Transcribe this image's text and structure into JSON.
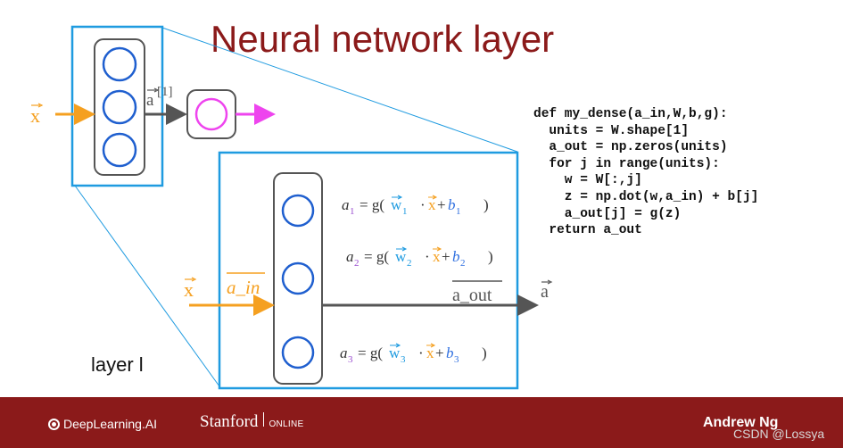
{
  "title": "Neural network layer",
  "small_network": {
    "input_label": "x",
    "hidden_output_label": "a",
    "hidden_output_superscript": "[1]"
  },
  "expanded_layer": {
    "input_label": "x",
    "input_name": "a_in",
    "output_name": "a_out",
    "output_label": "a",
    "layer_label": "layer l",
    "equations": [
      {
        "a": "a",
        "sub": "1",
        "w_sub": "1",
        "b_sub": "1"
      },
      {
        "a": "a",
        "sub": "2",
        "w_sub": "2",
        "b_sub": "2"
      },
      {
        "a": "a",
        "sub": "3",
        "w_sub": "3",
        "b_sub": "3"
      }
    ],
    "eq_parts": {
      "equals_g": "= g(",
      "w": "w",
      "dot": "·",
      "x": "x",
      "plus": "+",
      "b": "b",
      "close": ")"
    }
  },
  "code_lines": [
    "def my_dense(a_in,W,b,g):",
    "  units = W.shape[1]",
    "  a_out = np.zeros(units)",
    "  for j in range(units):",
    "    w = W[:,j]",
    "    z = np.dot(w,a_in) + b[j]",
    "    a_out[j] = g(z)",
    "  return a_out"
  ],
  "footer": {
    "deeplearning": "DeepLearning.AI",
    "stanford": "Stanford",
    "online": "ONLINE",
    "author": "Andrew Ng"
  },
  "watermark": "CSDN @Lossya",
  "colors": {
    "title": "#8b1a1a",
    "footer_bg": "#8b1a1a",
    "box_border": "#1f9be0",
    "neuron": "#1f5fcf",
    "input_arrow": "#f5a020",
    "output_neuron": "#ee44ee",
    "w_vec": "#1f9be0",
    "b_sym": "#3070e0",
    "a_sub": "#9b4fd0",
    "gray": "#555555"
  },
  "icons": [
    "deeplearning-logo-icon",
    "vector-arrow-icon"
  ]
}
